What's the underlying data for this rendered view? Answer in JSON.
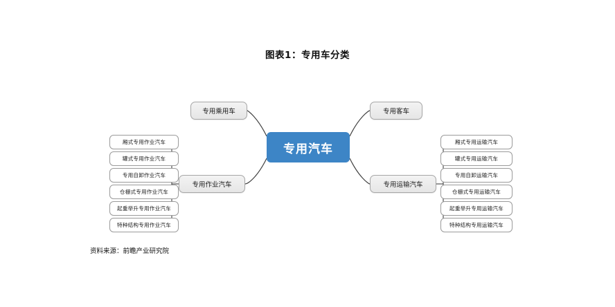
{
  "figure": {
    "title": "图表1：专用车分类",
    "source": "资料来源：前瞻产业研究院",
    "root": {
      "label": "专用汽车",
      "color": "#3d85c6",
      "text_color": "#ffffff"
    },
    "branches": [
      {
        "id": "top-left",
        "label": "专用乘用车",
        "leaves": []
      },
      {
        "id": "top-right",
        "label": "专用客车",
        "leaves": []
      },
      {
        "id": "bottom-left",
        "label": "专用作业汽车",
        "leaves": [
          "厢式专用作业汽车",
          "罐式专用作业汽车",
          "专用自卸作业汽车",
          "仓栅式专用作业汽车",
          "起重举升专用作业汽车",
          "特种结构专用作业汽车"
        ]
      },
      {
        "id": "bottom-right",
        "label": "专用运输汽车",
        "leaves": [
          "厢式专用运输汽车",
          "罐式专用运输汽车",
          "专用自卸运输汽车",
          "仓栅式专用运输汽车",
          "起重举升专用运输汽车",
          "特种结构专用运输汽车"
        ]
      }
    ],
    "palette": {
      "node_fill": "#3d85c6",
      "branch_fill": "#ececec",
      "branch_border": "#a6a6a6",
      "leaf_fill": "#ffffff",
      "leaf_border": "#9a9a9a",
      "connector": "#404040",
      "background": "#ffffff"
    }
  }
}
